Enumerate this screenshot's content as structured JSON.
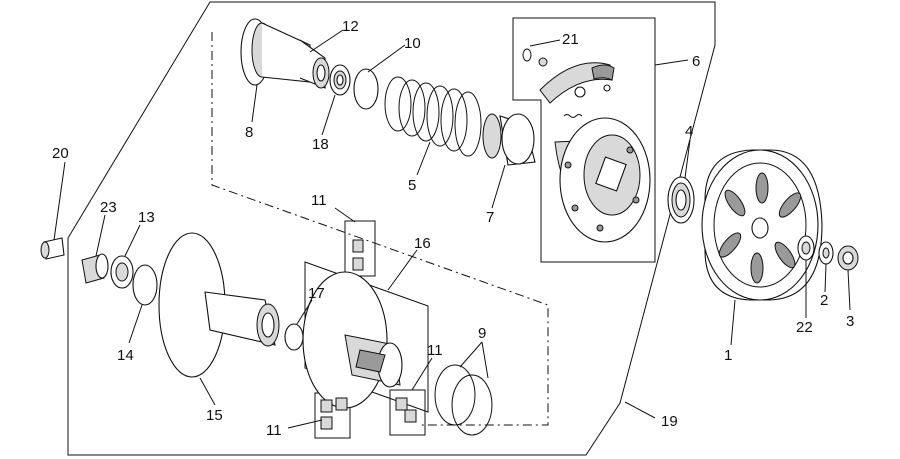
{
  "callouts": {
    "c1": "1",
    "c2": "2",
    "c3": "3",
    "c4": "4",
    "c5": "5",
    "c6": "6",
    "c7": "7",
    "c8": "8",
    "c9": "9",
    "c10": "10",
    "c11a": "11",
    "c11b": "11",
    "c11c": "11",
    "c12": "12",
    "c13": "13",
    "c14": "14",
    "c15": "15",
    "c16": "16",
    "c17": "17",
    "c18": "18",
    "c19": "19",
    "c20": "20",
    "c21": "21",
    "c22": "22",
    "c23": "23"
  }
}
